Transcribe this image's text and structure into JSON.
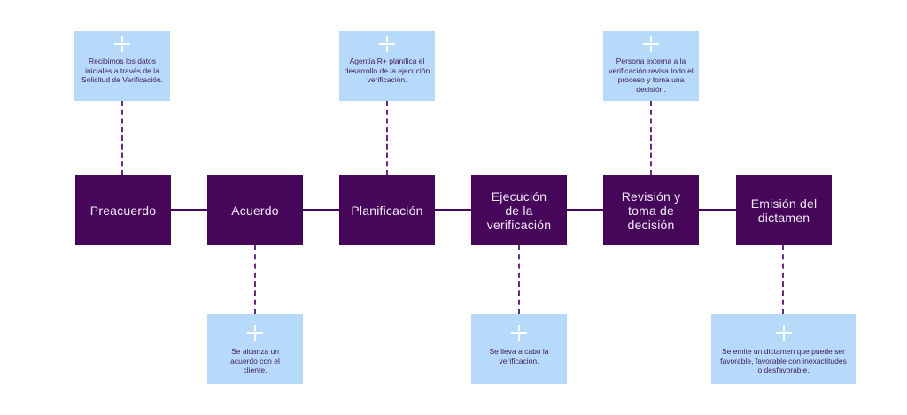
{
  "diagram": {
    "title": "",
    "colors": {
      "step_fill": "#46075a",
      "step_text": "#f3eaf7",
      "note_fill": "#b7dafa",
      "note_text": "#3f1b55",
      "connector": "#46075a"
    },
    "steps": [
      {
        "label": "Preacuerdo",
        "note_position": "top",
        "note": "Recibimos los datos iniciales a través de la Solicitud de Verificación.",
        "note_icon": "plus-icon"
      },
      {
        "label": "Acuerdo",
        "note_position": "bottom",
        "note": "Se alcanza un acuerdo con el cliente.",
        "note_icon": "plus-icon"
      },
      {
        "label": "Planificación",
        "note_position": "top",
        "note": "Agentia R+ planifica el desarrollo de la ejecución verificación.",
        "note_icon": "plus-icon"
      },
      {
        "label": "Ejecución de la verificación",
        "note_position": "bottom",
        "note": "Se lleva a cabo la verificación.",
        "note_icon": "plus-icon"
      },
      {
        "label": "Revisión y toma de decisión",
        "note_position": "top",
        "note": "Persona externa a la verificación revisa todo el proceso y toma una decisión.",
        "note_icon": "plus-icon"
      },
      {
        "label": "Emisión del dictamen",
        "note_position": "bottom",
        "note": "Se emite un dictamen que puede ser favorable, favorable con inexactitudes o desfavorable.",
        "note_icon": "plus-icon"
      }
    ]
  }
}
